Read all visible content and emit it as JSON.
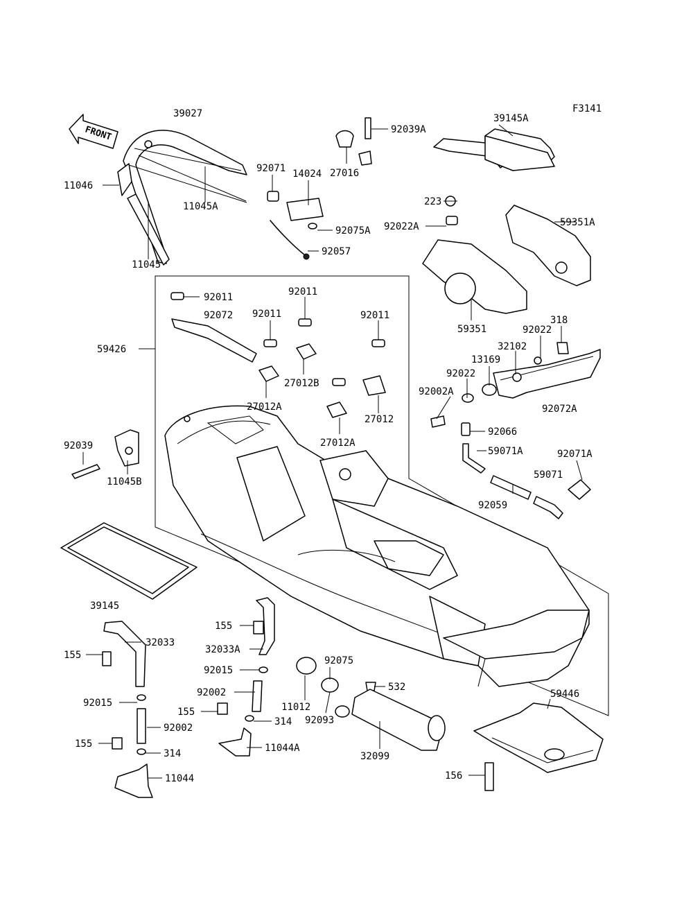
{
  "figure_code": "F3141",
  "front_label": "FRONT",
  "callouts": {
    "p39027": "39027",
    "p11046": "11046",
    "p11045A": "11045A",
    "p11045": "11045",
    "p92071": "92071",
    "p14024": "14024",
    "p92075A": "92075A",
    "p92057": "92057",
    "p27016": "27016",
    "p92039A": "92039A",
    "p39145A": "39145A",
    "p223": "223",
    "p92022A": "92022A",
    "p59351A": "59351A",
    "p59351": "59351",
    "p59426": "59426",
    "p92011a": "92011",
    "p92072": "92072",
    "p92011b": "92011",
    "p92011c": "92011",
    "p92011d": "92011",
    "p27012B": "27012B",
    "p27012A_1": "27012A",
    "p27012A_2": "27012A",
    "p27012": "27012",
    "p92022b": "92022",
    "p318": "318",
    "p32102": "32102",
    "p13169": "13169",
    "p92022c": "92022",
    "p92002A": "92002A",
    "p92072A": "92072A",
    "p92066": "92066",
    "p59071A": "59071A",
    "p92071A": "92071A",
    "p59071": "59071",
    "p92059": "92059",
    "p92039": "92039",
    "p11045B": "11045B",
    "p39145": "39145",
    "p32033": "32033",
    "p155a": "155",
    "p92015a": "92015",
    "p92002a": "92002",
    "p155b": "155",
    "p314a": "314",
    "p11044": "11044",
    "p155c": "155",
    "p32033A": "32033A",
    "p92015b": "92015",
    "p92002b": "92002",
    "p155d": "155",
    "p314b": "314",
    "p11044A": "11044A",
    "p11012": "11012",
    "p92075": "92075",
    "p92093": "92093",
    "p532": "532",
    "p32099": "32099",
    "p59446": "59446",
    "p156": "156"
  }
}
